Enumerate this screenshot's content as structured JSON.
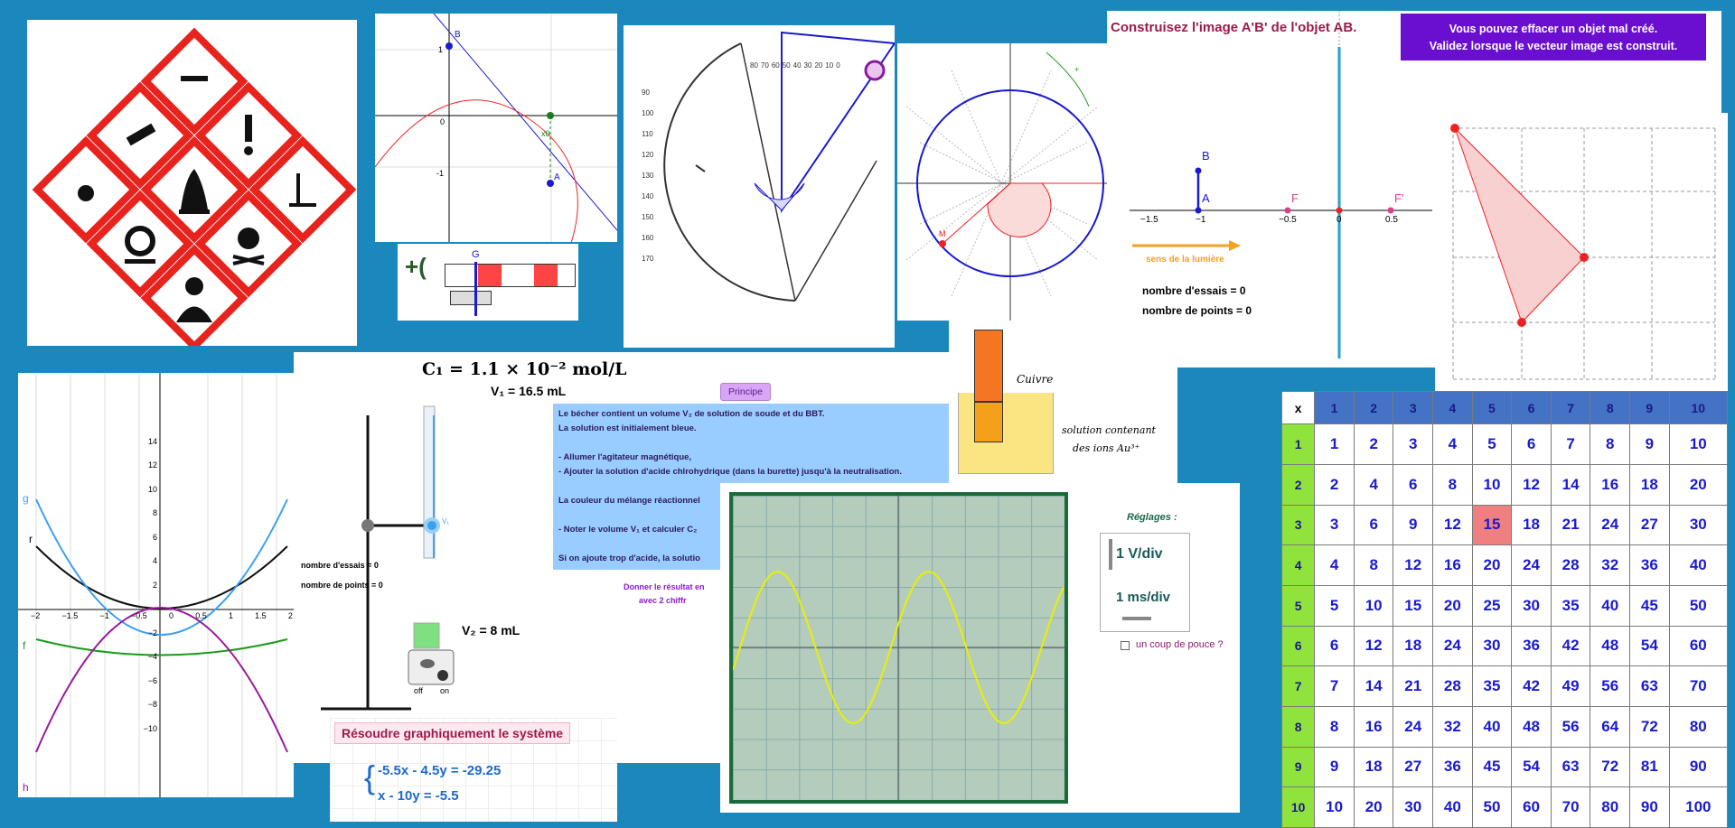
{
  "hazard": {
    "title": "GHS pictograms"
  },
  "parabola": {
    "point_b": "B",
    "point_a": "A",
    "x0": "x0",
    "ticks": [
      "0",
      "-1",
      "1"
    ]
  },
  "galton": {
    "plus": "+(",
    "g": "G"
  },
  "protractor": {
    "ticks": [
      "0",
      "10",
      "20",
      "30",
      "40",
      "50",
      "60",
      "70",
      "80",
      "90",
      "100",
      "110",
      "120",
      "130",
      "140",
      "150",
      "160",
      "170"
    ]
  },
  "circle": {
    "point_m": "M",
    "plus": "+"
  },
  "lens": {
    "title": "Construisez l'image A'B' de l'objet AB.",
    "hint_line1": "Vous pouvez effacer un objet mal créé.",
    "hint_line2": "Validez lorsque le vecteur image est construit.",
    "a": "A",
    "b": "B",
    "f": "F",
    "fp": "F'",
    "ticks": [
      "−1.5",
      "−1",
      "−0.5",
      "0",
      "0.5"
    ],
    "light": "sens de la lumière",
    "essais": "nombre d'essais = 0",
    "points": "nombre de points = 0",
    "accent": "#9b1b4a"
  },
  "functions": {
    "labels": {
      "g": "g",
      "r": "r",
      "f": "f",
      "h": "h"
    },
    "yticks": [
      "14",
      "12",
      "10",
      "8",
      "6",
      "4",
      "2",
      "−2",
      "−4",
      "−6",
      "−8",
      "−10"
    ],
    "xticks": [
      "−2",
      "−1.5",
      "−1",
      "−0.5",
      "0",
      "0.5",
      "1",
      "1.5",
      "2"
    ],
    "essais": "nombre d'essais =  0",
    "points": "nombre de points =  0"
  },
  "titration": {
    "c1": "C₁ = 1.1 × 10⁻² mol/L",
    "v1": "V₁ = 16.5 mL",
    "v1_label": "V₁",
    "principe": "Principe",
    "text": [
      "Le bécher contient un volume V₂ de solution de soude et du BBT.",
      "La solution est initialement bleue.",
      "",
      "- Allumer l'agitateur magnétique,",
      "- Ajouter la solution d'acide chlrohydrique (dans la burette) jusqu'à la neutralisation.",
      "",
      "La couleur du mélange réactionnel",
      "",
      "- Noter le volume V₁ et calculer C₂",
      "",
      "Si on ajoute trop d'acide, la solutio"
    ],
    "result1": "Donner le résultat en",
    "result2": "avec 2 chiffr",
    "v2": "V₂ = 8  mL",
    "off": "off",
    "on": "on"
  },
  "copper": {
    "metal": "Cuivre",
    "solution1": "solution contenant",
    "solution2": "des ions Au³⁺"
  },
  "oscillo": {
    "reglages": "Réglages :",
    "volt": "1 V/div",
    "time": "1 ms/div",
    "hint": "un coup de pouce ?"
  },
  "system": {
    "title": "Résoudre graphiquement le système",
    "eq1": "-5.5x - 4.5y = -29.25",
    "eq2": "x - 10y = -5.5"
  },
  "table": {
    "corner": "x",
    "size": 10,
    "highlight": [
      3,
      5
    ]
  }
}
